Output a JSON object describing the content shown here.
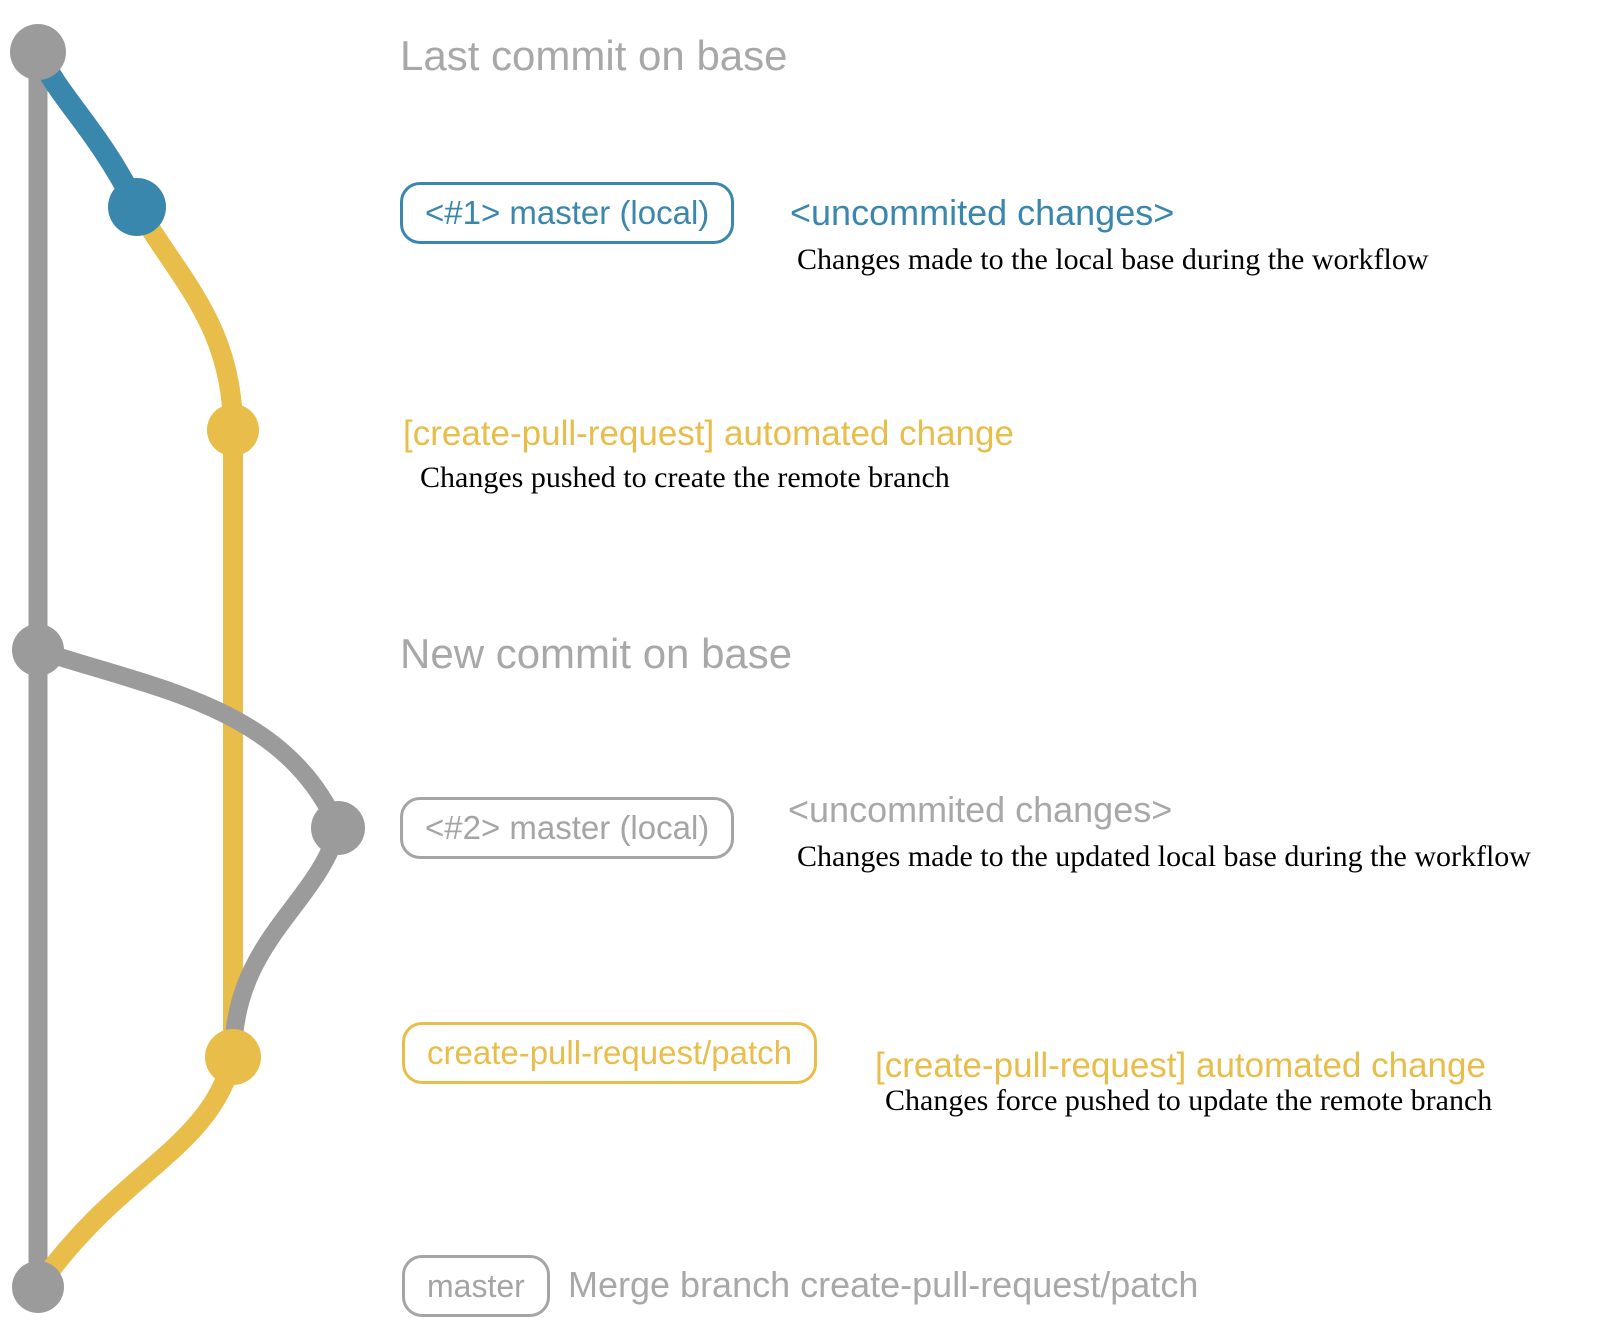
{
  "colors": {
    "blue": "#3a87ad",
    "yellow": "#e8bd4a",
    "gray": "#9b9b9b",
    "textgray": "#a8a8a8",
    "badgegray": "#a5a5a5",
    "black": "#000000"
  },
  "annotations": {
    "last_commit": "Last commit on base",
    "new_commit": "New commit on base",
    "group1": {
      "badge": "<#1> master (local)",
      "note": "<uncommited changes>",
      "desc": "Changes made to the local base during the workflow"
    },
    "group2": {
      "note": "[create-pull-request] automated change",
      "desc": "Changes pushed to create the remote branch"
    },
    "group3": {
      "badge": "<#2> master (local)",
      "note": "<uncommited changes>",
      "desc": "Changes made to the updated local base during the workflow"
    },
    "group4": {
      "badge": "create-pull-request/patch",
      "note": "[create-pull-request] automated change",
      "desc": "Changes force pushed to update the remote branch"
    },
    "group5": {
      "badge": "master",
      "note": "Merge branch create-pull-request/patch"
    }
  },
  "graph": {
    "commits": [
      {
        "id": "last-base",
        "color": "gray",
        "label": "Last commit on base"
      },
      {
        "id": "local-1",
        "color": "blue",
        "label": "<#1> master (local)"
      },
      {
        "id": "patch-1",
        "color": "yellow",
        "label": "[create-pull-request] automated change"
      },
      {
        "id": "new-base",
        "color": "gray",
        "label": "New commit on base"
      },
      {
        "id": "local-2",
        "color": "gray",
        "label": "<#2> master (local)"
      },
      {
        "id": "patch-2",
        "color": "yellow",
        "label": "create-pull-request/patch"
      },
      {
        "id": "merge",
        "color": "gray",
        "label": "master"
      }
    ]
  }
}
